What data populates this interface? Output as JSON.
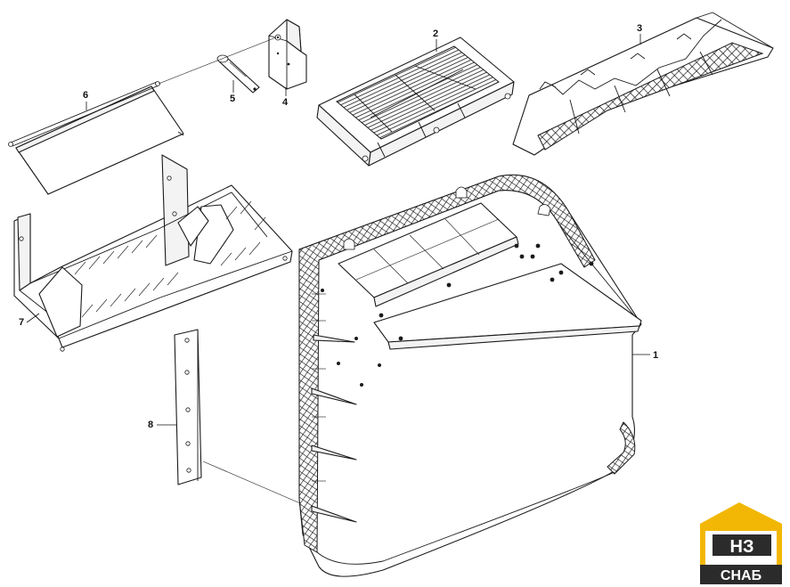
{
  "callouts": {
    "c1": "1",
    "c2": "2",
    "c3": "3",
    "c4": "4",
    "c5": "5",
    "c6": "6",
    "c7": "7",
    "c8": "8"
  },
  "logo": {
    "mark": "НЗ",
    "caption": "СНАБ",
    "colors": {
      "house": "#f2b705",
      "plate": "#2b2b2b",
      "text": "#ffffff"
    }
  },
  "colors": {
    "line": "#1a1a1a",
    "background": "#ffffff"
  }
}
